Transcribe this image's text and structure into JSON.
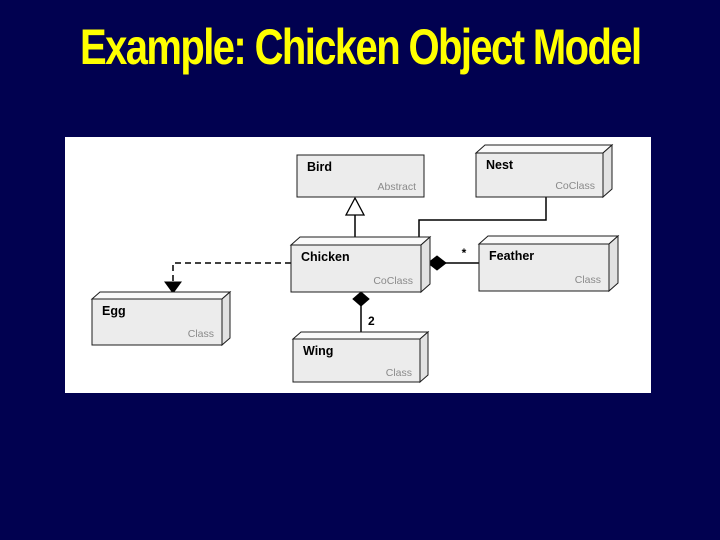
{
  "slide": {
    "title": "Example: Chicken Object Model",
    "colors": {
      "background": "#010150",
      "title": "#FFFF00",
      "panel": "#FFFFFF",
      "box_fill": "#ececec",
      "stereotype_text": "#8a8a8a"
    }
  },
  "diagram": {
    "type": "uml-object-model",
    "classes": [
      {
        "name": "Bird",
        "stereotype": "Abstract"
      },
      {
        "name": "Nest",
        "stereotype": "CoClass"
      },
      {
        "name": "Chicken",
        "stereotype": "CoClass"
      },
      {
        "name": "Feather",
        "stereotype": "Class"
      },
      {
        "name": "Egg",
        "stereotype": "Class"
      },
      {
        "name": "Wing",
        "stereotype": "Class"
      }
    ],
    "relationships": [
      {
        "from": "Chicken",
        "to": "Bird",
        "type": "generalization"
      },
      {
        "from": "Nest",
        "to": "Chicken",
        "type": "association"
      },
      {
        "from": "Chicken",
        "to": "Feather",
        "type": "composition",
        "multiplicity": "*"
      },
      {
        "from": "Chicken",
        "to": "Wing",
        "type": "composition",
        "multiplicity": "2"
      },
      {
        "from": "Chicken",
        "to": "Egg",
        "type": "dependency"
      }
    ]
  }
}
